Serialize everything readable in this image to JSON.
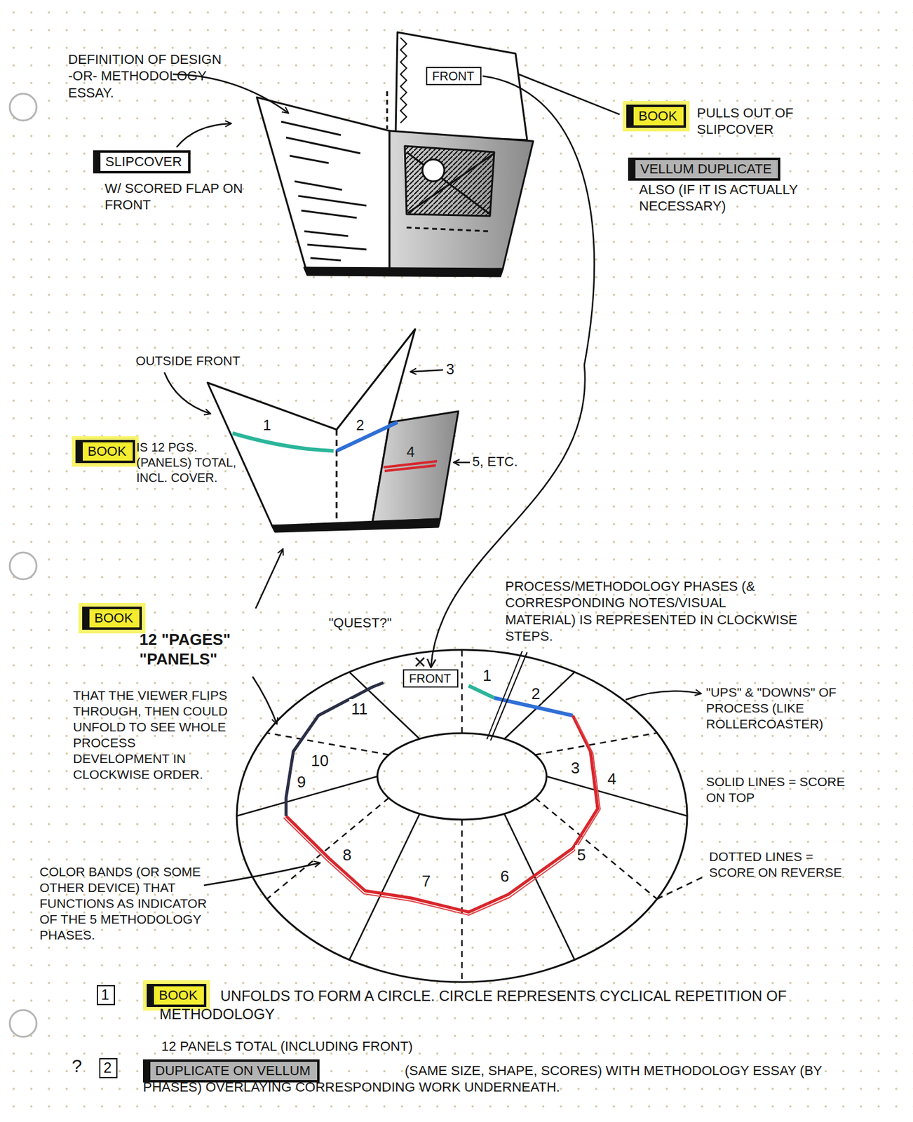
{
  "diagram": {
    "nodes": [
      {
        "text": [
          "FRONT"
        ]
      },
      {
        "text": [
          "BOOK"
        ]
      },
      {
        "text": [
          "SLIPCOVER"
        ]
      },
      {
        "text": [
          "VELLUM DUPLICATE"
        ]
      },
      {
        "text": [
          "BOOK"
        ]
      },
      {
        "text": [
          "BOOK"
        ]
      },
      {
        "text": [
          "FRONT"
        ]
      },
      {
        "text": [
          "1"
        ]
      },
      {
        "text": [
          "BOOK"
        ]
      },
      {
        "text": [
          "2"
        ]
      },
      {
        "text": [
          "DUPLICATE ON VELLUM"
        ]
      }
    ],
    "edges": [
      {
        "from": 0,
        "to": 6,
        "arrow": "to"
      }
    ],
    "labels": [
      "DEFINITION OF DESIGN -OR- METHODOLOGY ESSAY.",
      "PULLS OUT OF SLIPCOVER",
      "W/ SCORED FLAP ON FRONT",
      "ALSO (IF IT IS ACTUALLY NECESSARY)",
      "OUTSIDE FRONT",
      "3",
      "1",
      "2",
      "IS 12 PGS. (PANELS) TOTAL, INCL. COVER.",
      "4",
      "5, ETC.",
      "PROCESS/METHODOLOGY PHASES (& CORRESPONDING NOTES/VISUAL MATERIAL) IS REPRESENTED IN CLOCKWISE STEPS.",
      "12 \"PAGES\" \"PANELS\"",
      "\"QUEST?\"",
      "1",
      "2",
      "3",
      "4",
      "5",
      "6",
      "7",
      "8",
      "9",
      "10",
      "11",
      "\"UPS\" & \"DOWNS\" OF PROCESS (LIKE ROLLERCOASTER)",
      "THAT THE VIEWER FLIPS THROUGH, THEN COULD UNFOLD TO SEE WHOLE PROCESS DEVELOPMENT IN CLOCKWISE ORDER.",
      "SOLID LINES = SCORE ON TOP",
      "DOTTED LINES = SCORE ON REVERSE",
      "COLOR BANDS (OR SOME OTHER DEVICE) THAT FUNCTIONS AS INDICATOR OF THE 5 METHODOLOGY PHASES.",
      "UNFOLDS TO FORM A CIRCLE. CIRCLE REPRESENTS CYCLICAL REPETITION OF METHODOLOGY",
      "?",
      "12 PANELS TOTAL (INCLUDING FRONT)",
      "(SAME SIZE, SHAPE, SCORES) WITH METHODOLOGY ESSAY (BY PHASES) OVERLAYING CORRESPONDING WORK UNDERNEATH."
    ]
  }
}
